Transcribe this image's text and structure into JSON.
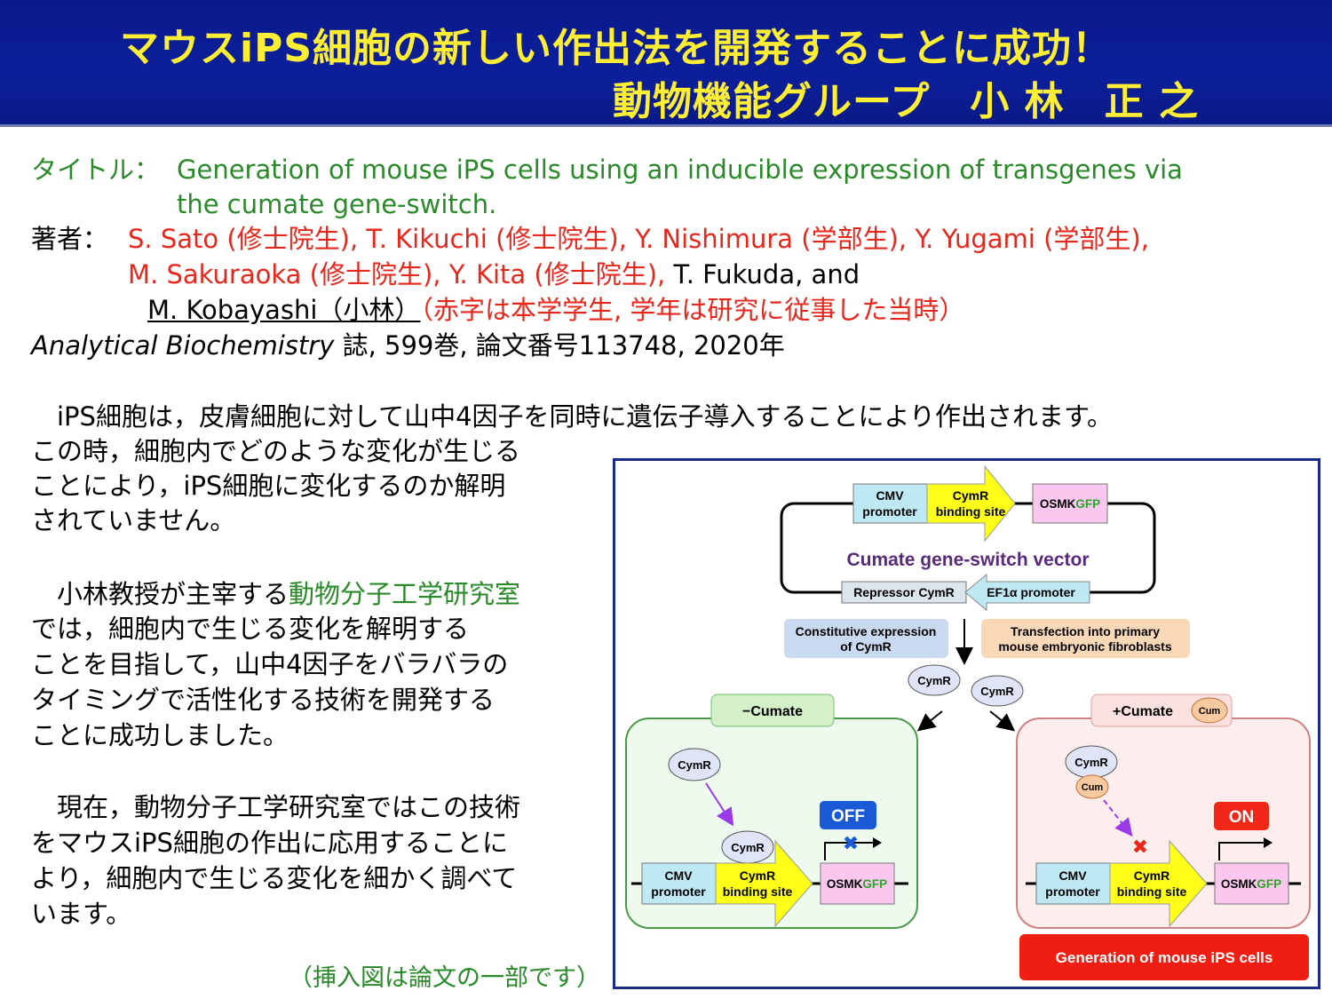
{
  "header": {
    "title_line1": "マウスiPS細胞の新しい作出法を開発することに成功！",
    "title_line2": "動物機能グループ　小 林　正 之"
  },
  "paper": {
    "title_label": "タイトル：",
    "title_line1": "Generation of mouse iPS cells using an inducible expression of transgenes via",
    "title_line2": "the cumate gene-switch.",
    "authors_label": "著者：",
    "authors_line1": "S. Sato (修士院生), T. Kikuchi (修士院生), Y. Nishimura (学部生), Y. Yugami (学部生),",
    "authors_line2_red": "M. Sakuraoka (修士院生), Y. Kita (修士院生),",
    "authors_line2_black": " T. Fukuda, and",
    "authors_line3_name": "M. Kobayashi（小林）",
    "authors_line3_note": "（赤字は本学学生, 学年は研究に従事した当時）",
    "journal_name": "Analytical Biochemistry",
    "journal_rest": " 誌, 599巻, 論文番号113748, 2020年"
  },
  "body": {
    "p1_line1": "　iPS細胞は，皮膚細胞に対して山中4因子を同時に遺伝子導入することにより作出されます。",
    "p1_line2": "この時，細胞内でどのような変化が生じる",
    "p1_line3": "ことにより，iPS細胞に変化するのか解明",
    "p1_line4": "されていません。",
    "p2_line1_a": "　小林教授が主宰する",
    "p2_line1_b": "動物分子工学研究室",
    "p2_line2": "では，細胞内で生じる変化を解明する",
    "p2_line3": "ことを目指して，山中4因子をバラバラの",
    "p2_line4": "タイミングで活性化する技術を開発する",
    "p2_line5": "ことに成功しました。",
    "p3_line1": "　現在，動物分子工学研究室ではこの技術",
    "p3_line2": "をマウスiPS細胞の作出に応用することに",
    "p3_line3": "より，細胞内で生じる変化を細かく調べて",
    "p3_line4": "います。",
    "caption": "（挿入図は論文の一部です）"
  },
  "figure": {
    "cmv": "CMV",
    "promoter": "promoter",
    "cymr": "CymR",
    "binding_site": "binding site",
    "osmk": "OSMK",
    "gfp": "GFP",
    "vector_title": "Cumate gene-switch vector",
    "repressor": "Repressor CymR",
    "ef1a": "EF1α promoter",
    "constitutive_1": "Constitutive expression",
    "constitutive_2": "of CymR",
    "transfection_1": "Transfection into primary",
    "transfection_2": "mouse embryonic fibroblasts",
    "minus_cumate": "−Cumate",
    "plus_cumate": "+Cumate",
    "cum": "Cum",
    "off": "OFF",
    "on": "ON",
    "generation": "Generation of mouse iPS cells",
    "colors": {
      "cmv_fill": "#bfe8f5",
      "binding_fill": "#ffff1a",
      "osmk_fill": "#fbc7ef",
      "gfp_text": "#2aa52a",
      "vector_title": "#5a2a7a",
      "minus_panel": "#eefaee",
      "plus_panel": "#fdeeee",
      "off_badge": "#1a5ad6",
      "on_badge": "#f02618",
      "generation_bar": "#ef1d12"
    }
  }
}
